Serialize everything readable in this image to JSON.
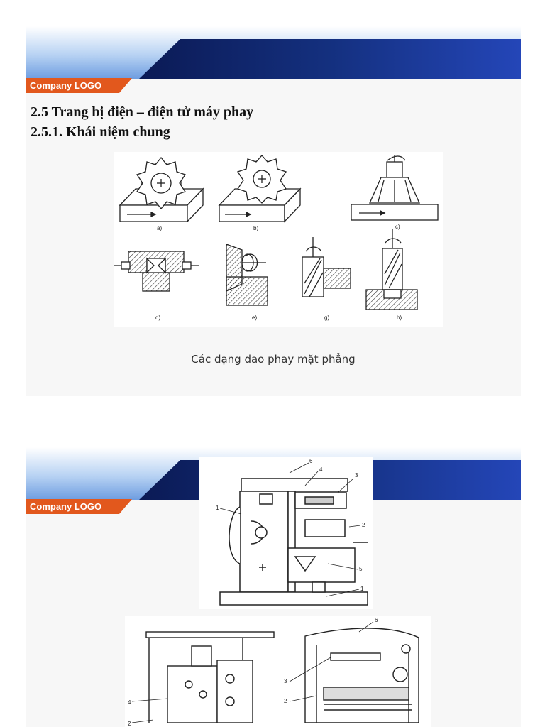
{
  "slide1": {
    "logo_text": "Company LOGO",
    "heading_line1": "2.5 Trang bị điện – điện tử máy phay",
    "heading_line2": "2.5.1. Khái niệm chung",
    "figure_labels": [
      "a)",
      "b)",
      "c)",
      "d)",
      "e)",
      "g)",
      "h)"
    ],
    "caption": "Các dạng dao phay mặt phẳng"
  },
  "slide2": {
    "logo_text": "Company LOGO",
    "machine_part_numbers": [
      "6",
      "4",
      "3",
      "1",
      "2",
      "5",
      "1"
    ],
    "lower_left_numbers": [
      "4",
      "2"
    ],
    "lower_right_numbers": [
      "6",
      "3",
      "2"
    ]
  },
  "colors": {
    "banner_dark": "#0c1d5e",
    "banner_mid": "#1f3fa8",
    "logo_tab": "#e2581d",
    "sky": "#9fc2ee"
  }
}
